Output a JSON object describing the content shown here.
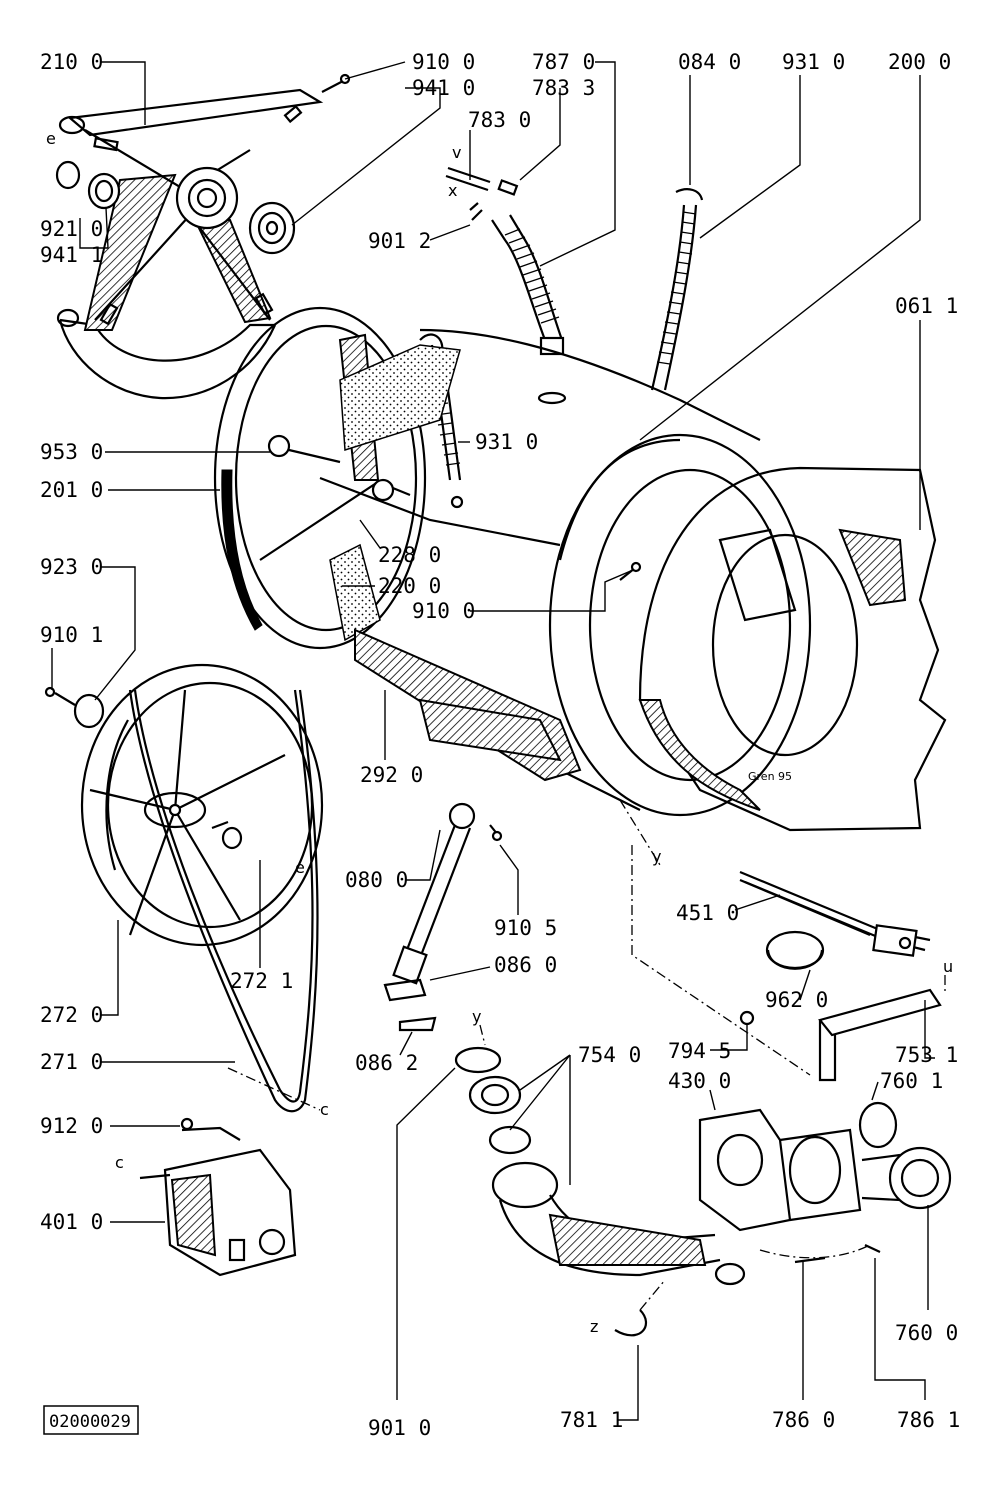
{
  "drawing_ref": "02000029",
  "signature": "Gren 95",
  "callouts": [
    {
      "id": "c-210-0",
      "text": "210 0"
    },
    {
      "id": "c-910-0-top",
      "text": "910 0"
    },
    {
      "id": "c-941-0",
      "text": "941 0"
    },
    {
      "id": "c-787-0",
      "text": "787 0"
    },
    {
      "id": "c-783-3",
      "text": "783 3"
    },
    {
      "id": "c-783-0",
      "text": "783 0"
    },
    {
      "id": "c-084-0",
      "text": "084 0"
    },
    {
      "id": "c-931-0-top",
      "text": "931 0"
    },
    {
      "id": "c-200-0",
      "text": "200 0"
    },
    {
      "id": "c-921-0",
      "text": "921 0"
    },
    {
      "id": "c-941-1",
      "text": "941 1"
    },
    {
      "id": "c-901-2",
      "text": "901 2"
    },
    {
      "id": "c-061-1",
      "text": "061 1"
    },
    {
      "id": "c-953-0",
      "text": "953 0"
    },
    {
      "id": "c-931-0-mid",
      "text": "931 0"
    },
    {
      "id": "c-201-0",
      "text": "201 0"
    },
    {
      "id": "c-228-0",
      "text": "228 0"
    },
    {
      "id": "c-923-0",
      "text": "923 0"
    },
    {
      "id": "c-220-0",
      "text": "220 0"
    },
    {
      "id": "c-910-0-mid",
      "text": "910 0"
    },
    {
      "id": "c-910-1",
      "text": "910 1"
    },
    {
      "id": "c-292-0",
      "text": "292 0"
    },
    {
      "id": "c-080-0",
      "text": "080 0"
    },
    {
      "id": "c-910-5",
      "text": "910 5"
    },
    {
      "id": "c-451-0",
      "text": "451 0"
    },
    {
      "id": "c-272-1",
      "text": "272 1"
    },
    {
      "id": "c-086-0",
      "text": "086 0"
    },
    {
      "id": "c-962-0",
      "text": "962 0"
    },
    {
      "id": "c-272-0",
      "text": "272 0"
    },
    {
      "id": "c-086-2",
      "text": "086 2"
    },
    {
      "id": "c-794-5",
      "text": "794 5"
    },
    {
      "id": "c-754-0",
      "text": "754 0"
    },
    {
      "id": "c-753-1",
      "text": "753 1"
    },
    {
      "id": "c-271-0",
      "text": "271 0"
    },
    {
      "id": "c-430-0",
      "text": "430 0"
    },
    {
      "id": "c-760-1",
      "text": "760 1"
    },
    {
      "id": "c-912-0",
      "text": "912 0"
    },
    {
      "id": "c-401-0",
      "text": "401 0"
    },
    {
      "id": "c-760-0",
      "text": "760 0"
    },
    {
      "id": "c-901-0",
      "text": "901 0"
    },
    {
      "id": "c-781-1",
      "text": "781 1"
    },
    {
      "id": "c-786-0",
      "text": "786 0"
    },
    {
      "id": "c-786-1",
      "text": "786 1"
    }
  ],
  "letter_marks": [
    "e",
    "v",
    "x",
    "y",
    "e",
    "c",
    "y",
    "u",
    "c",
    "z"
  ]
}
